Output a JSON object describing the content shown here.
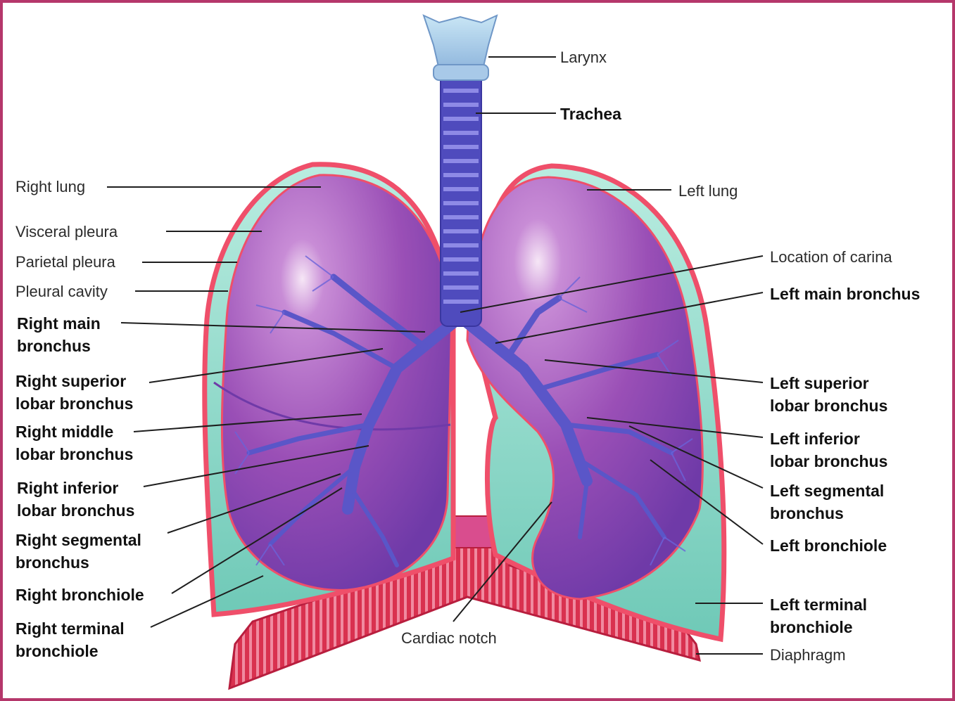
{
  "labels": {
    "larynx": "Larynx",
    "trachea": "Trachea",
    "right_lung": "Right lung",
    "visceral_pleura": "Visceral pleura",
    "parietal_pleura": "Parietal pleura",
    "pleural_cavity": "Pleural cavity",
    "right_main_bronchus": [
      "Right main",
      "bronchus"
    ],
    "right_superior_lobar_bronchus": [
      "Right superior",
      "lobar bronchus"
    ],
    "right_middle_lobar_bronchus": [
      "Right middle",
      "lobar bronchus"
    ],
    "right_inferior_lobar_bronchus": [
      "Right inferior",
      "lobar bronchus"
    ],
    "right_segmental_bronchus": [
      "Right segmental",
      "bronchus"
    ],
    "right_bronchiole": "Right bronchiole",
    "right_terminal_bronchiole": [
      "Right terminal",
      "bronchiole"
    ],
    "cardiac_notch": "Cardiac notch",
    "left_lung": "Left lung",
    "location_of_carina": "Location of carina",
    "left_main_bronchus": "Left main bronchus",
    "left_superior_lobar_bronchus": [
      "Left superior",
      "lobar bronchus"
    ],
    "left_inferior_lobar_bronchus": [
      "Left inferior",
      "lobar bronchus"
    ],
    "left_segmental_bronchus": [
      "Left segmental",
      "bronchus"
    ],
    "left_bronchiole": "Left bronchiole",
    "left_terminal_bronchiole": [
      "Left terminal",
      "bronchiole"
    ],
    "diaphragm": "Diaphragm"
  },
  "colors": {
    "frame": "#b5376b",
    "lung": "#9a4fb6",
    "pleura": "#ef4f6a",
    "pleural_fluid": "#8fd8c8",
    "airway": "#5a56c8",
    "diaphragm": "#d9314f"
  }
}
